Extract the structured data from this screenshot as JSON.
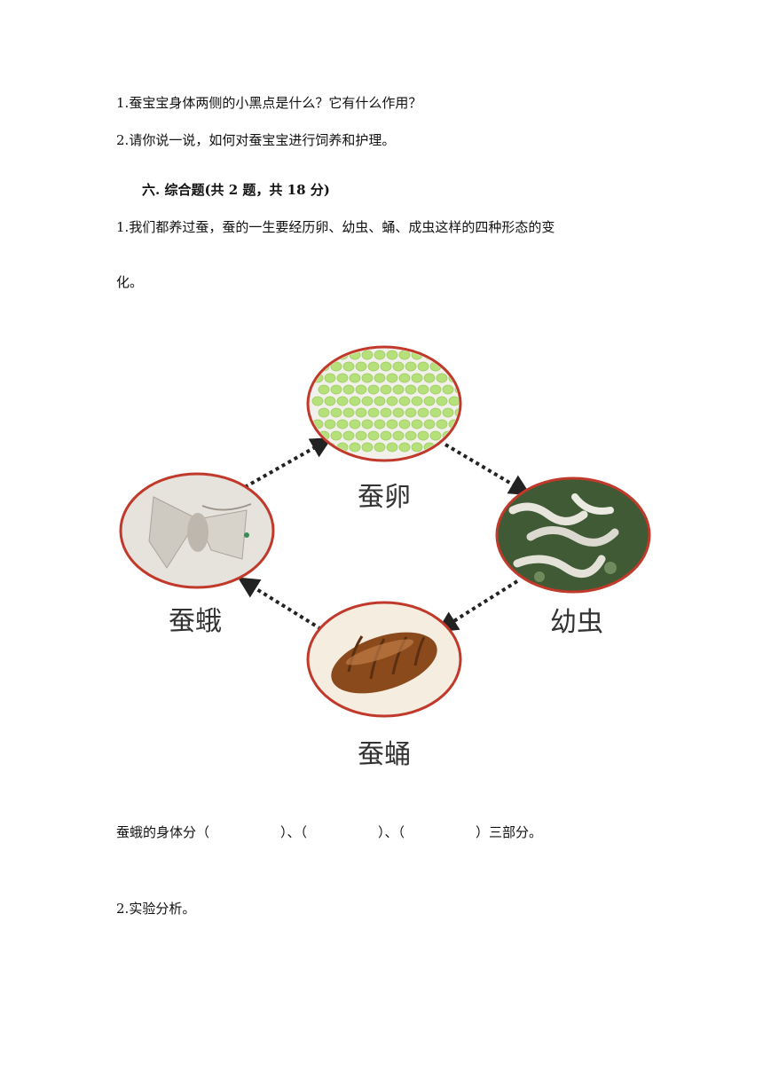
{
  "questions_prev": [
    {
      "num": "1.",
      "text": "蚕宝宝身体两侧的小黑点是什么？它有什么作用？"
    },
    {
      "num": "2.",
      "text": "请你说一说，如何对蚕宝宝进行饲养和护理。"
    }
  ],
  "section": {
    "title": "六. 综合题(共 2 题，共 18 分)"
  },
  "q1": {
    "num": "1.",
    "line1": "我们都养过蚕，蚕的一生要经历卵、幼虫、蛹、成虫这样的四种形态的变",
    "line2": "化。",
    "fill": {
      "prefix": "蚕蛾的身体分（",
      "sep1": "）、（",
      "sep2": "）、（",
      "suffix": "）三部分。"
    }
  },
  "diagram": {
    "stages": {
      "egg": "蚕卵",
      "larva": "幼虫",
      "pupa": "蚕蛹",
      "moth": "蚕蛾"
    },
    "colors": {
      "ring": "#c0392b",
      "egg": "#b5e07a",
      "larva": "#3f5a34",
      "pupa": "#8a4a1c",
      "moth": "#cfcac1",
      "arrow": "#222222"
    }
  },
  "q2": {
    "num": "2.",
    "text": "实验分析。"
  }
}
